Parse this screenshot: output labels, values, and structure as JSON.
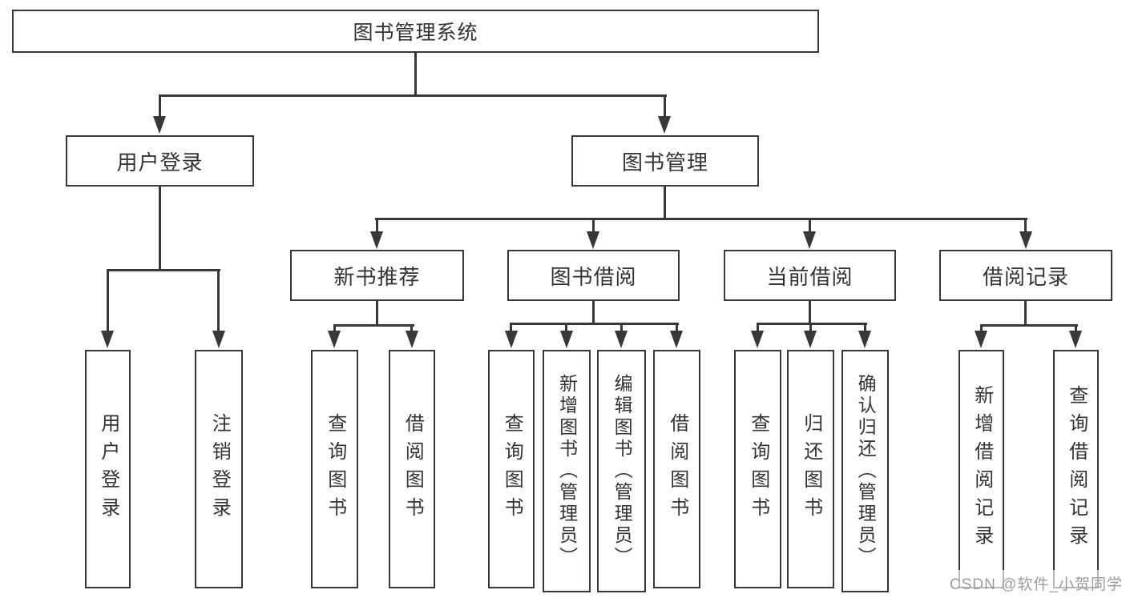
{
  "tree": {
    "label": "图书管理系统",
    "children": [
      {
        "label": "用户登录",
        "children": [
          {
            "label": "用户登录"
          },
          {
            "label": "注销登录"
          }
        ]
      },
      {
        "label": "图书管理",
        "children": [
          {
            "label": "新书推荐",
            "children": [
              {
                "label": "查询图书"
              },
              {
                "label": "借阅图书"
              }
            ]
          },
          {
            "label": "图书借阅",
            "children": [
              {
                "label": "查询图书"
              },
              {
                "label": "新增图书（管理员）"
              },
              {
                "label": "编辑图书（管理员）"
              },
              {
                "label": "借阅图书"
              }
            ]
          },
          {
            "label": "当前借阅",
            "children": [
              {
                "label": "查询图书"
              },
              {
                "label": "归还图书"
              },
              {
                "label": "确认归还（管理员）"
              }
            ]
          },
          {
            "label": "借阅记录",
            "children": [
              {
                "label": "新增借阅记录"
              },
              {
                "label": "查询借阅记录"
              }
            ]
          }
        ]
      }
    ]
  },
  "watermark": {
    "text": "CSDN @软件_小贺同学"
  },
  "colors": {
    "line": "#383838",
    "text": "#333333",
    "watermark": "#9c9c9c",
    "background": "#ffffff"
  }
}
